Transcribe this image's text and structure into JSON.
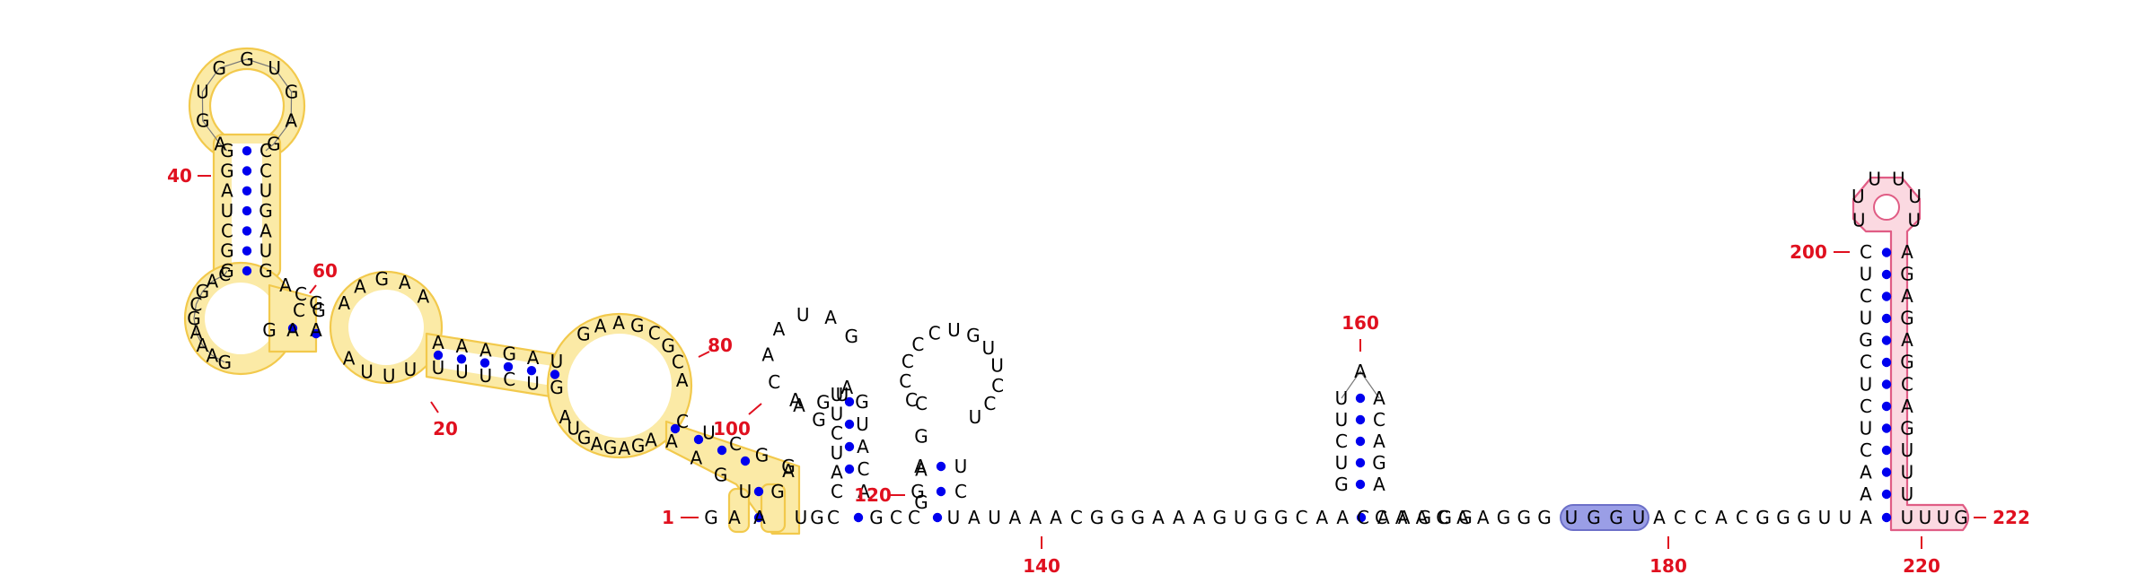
{
  "colors": {
    "base_pair": "#0000ee",
    "number": "#e0101f",
    "backbone": "#777777",
    "highlight_yellow_fill": "#fbeaa6",
    "highlight_yellow_stroke": "#f2c94c",
    "highlight_blue_fill": "#9a9ee6",
    "highlight_blue_stroke": "#6c70c8",
    "highlight_pink_fill": "#fbd9e1",
    "highlight_pink_stroke": "#e05d85"
  },
  "numbers": [
    {
      "label": "1"
    },
    {
      "label": "20"
    },
    {
      "label": "40"
    },
    {
      "label": "60"
    },
    {
      "label": "80"
    },
    {
      "label": "100"
    },
    {
      "label": "120"
    },
    {
      "label": "140"
    },
    {
      "label": "160"
    },
    {
      "label": "180"
    },
    {
      "label": "200"
    },
    {
      "label": "220"
    },
    {
      "label": "222"
    }
  ],
  "sequences": {
    "tail_142_177": "UAUAAACGGGAAAGUGGCAACAAGGG",
    "seg_165_190": "CAACAAGGG",
    "blue_highlight": "UGGU",
    "seg_182_194": "ACCACGGGUUA",
    "pink_tail": "UUUG"
  }
}
